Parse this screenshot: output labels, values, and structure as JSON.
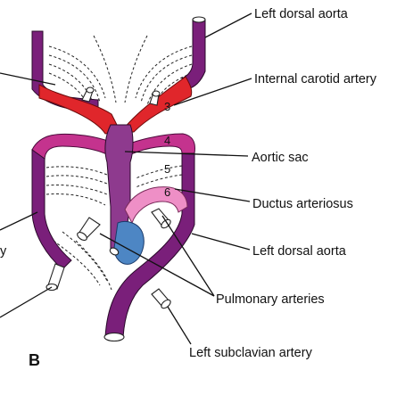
{
  "figure": {
    "panel_label": "B",
    "colors": {
      "dorsal_aorta": "#7a1f7a",
      "carotid": "#e0262b",
      "aortic_sac": "#8e3a8e",
      "arch4": "#c4338e",
      "ductus": "#ee8fc6",
      "pulmonary": "#4d86c4"
    },
    "arch_numbers": [
      "3",
      "4",
      "5",
      "6"
    ],
    "labels": {
      "left_dorsal_aorta_top": "Left dorsal aorta",
      "internal_carotid_artery": "Internal carotid artery",
      "aortic_sac": "Aortic sac",
      "ductus_arteriosus": "Ductus arteriosus",
      "left_dorsal_aorta_mid": "Left dorsal aorta",
      "pulmonary_arteries": "Pulmonary arteries",
      "left_subclavian_artery": "Left subclavian artery",
      "cut_off_left": "y"
    }
  }
}
